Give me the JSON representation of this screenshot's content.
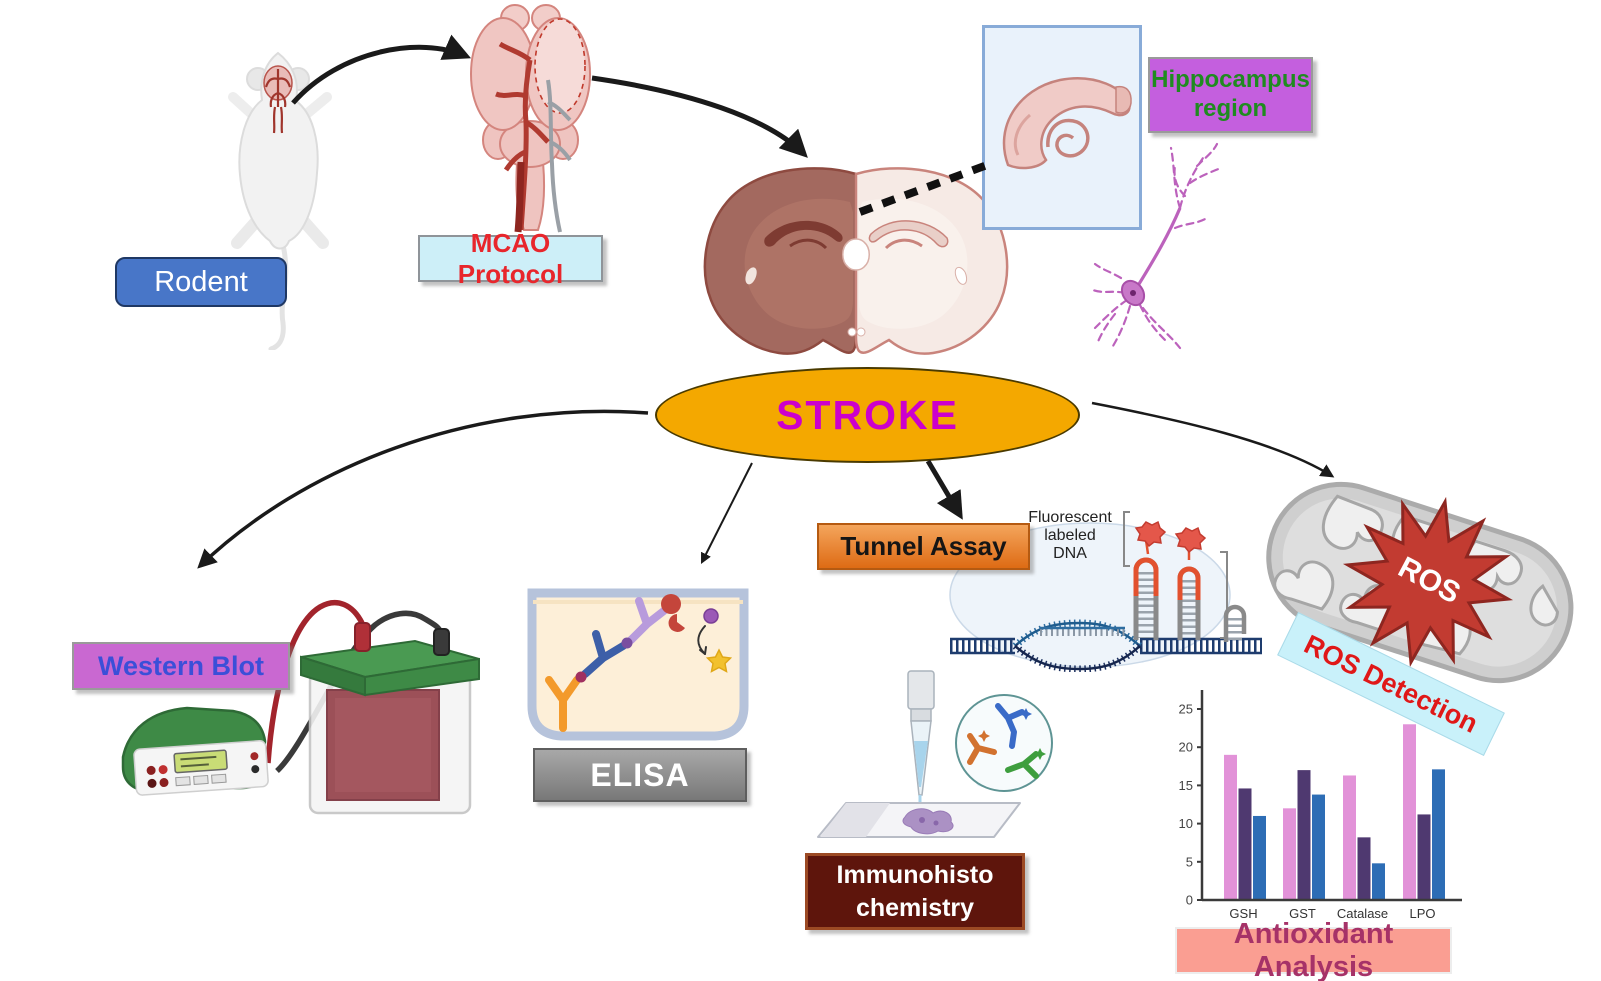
{
  "title": "Stroke research workflow diagram",
  "labels": {
    "rodent": "Rodent",
    "mcao_protocol": "MCAO Protocol",
    "hippocampus_region": "Hippocampus region",
    "stroke": "STROKE",
    "tunnel_assay": "Tunnel Assay",
    "fluorescent_line1": "Fluorescent",
    "fluorescent_line2": "labeled",
    "fluorescent_line3": "DNA",
    "western_blot": "Western Blot",
    "elisa": "ELISA",
    "immuno_line1": "Immunohisto",
    "immuno_line2": "chemistry",
    "ros": "ROS",
    "ros_detection": "ROS Detection",
    "antioxidant_analysis": "Antioxidant Analysis"
  },
  "colors": {
    "rodent_box": "#4876C8",
    "mcao_box": "#CDEFF8",
    "mcao_text": "#E8262C",
    "hippocampus_box": "#C45FDE",
    "hippocampus_text": "#1F8B1F",
    "stroke_ellipse": "#F4A800",
    "stroke_text": "#CC00CC",
    "tunnel_box": "#E2711D",
    "western_box": "#C968D1",
    "western_text": "#3B4FD8",
    "elisa_box": "#8C8C8C",
    "immuno_box": "#5E150C",
    "ros_star": "#C23B31",
    "ros_detection_box": "#C9F1FA",
    "ros_detection_text": "#E01818",
    "antioxidant_box": "#FA9E92",
    "antioxidant_text": "#A63268"
  },
  "chart_data": {
    "type": "bar",
    "title": "Antioxidant Analysis",
    "categories": [
      "GSH",
      "GST",
      "Catalase",
      "LPO"
    ],
    "series": [
      {
        "name": "pink",
        "color": "#E292D8",
        "values": [
          19.0,
          12.0,
          16.3,
          23.0
        ]
      },
      {
        "name": "dark-purple",
        "color": "#4F3970",
        "values": [
          14.6,
          17.0,
          8.2,
          11.2
        ]
      },
      {
        "name": "blue",
        "color": "#2D6DB5",
        "values": [
          11.0,
          13.8,
          4.8,
          17.1
        ]
      }
    ],
    "xlabel": "",
    "ylabel": "",
    "ylim": [
      0,
      25
    ],
    "yticks": [
      0,
      5,
      10,
      15,
      20,
      25
    ],
    "grid": false,
    "legend": "none"
  }
}
